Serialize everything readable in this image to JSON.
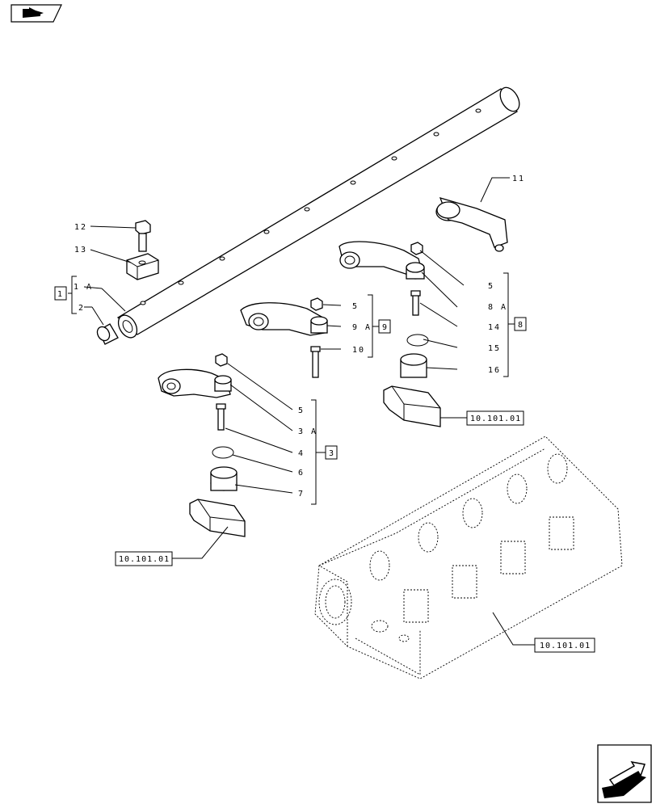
{
  "callouts": {
    "c12": "12",
    "c13": "13",
    "c1a": "1 A",
    "c2": "2",
    "c11": "11",
    "c5a": "5",
    "c8a": "8 A",
    "c14": "14",
    "c15": "15",
    "c16": "16",
    "c5b": "5",
    "c9a": "9 A",
    "c10": "10",
    "c5c": "5",
    "c3a": "3 A",
    "c4": "4",
    "c6": "6",
    "c7": "7"
  },
  "groups": {
    "g1": "1",
    "g8": "8",
    "g9": "9",
    "g3": "3"
  },
  "references": {
    "ref1": "10.101.01",
    "ref2": "10.101.01",
    "ref3": "10.101.01"
  },
  "icons": {
    "top": "book-arrow-icon",
    "bottom": "next-page-arrow-icon"
  }
}
